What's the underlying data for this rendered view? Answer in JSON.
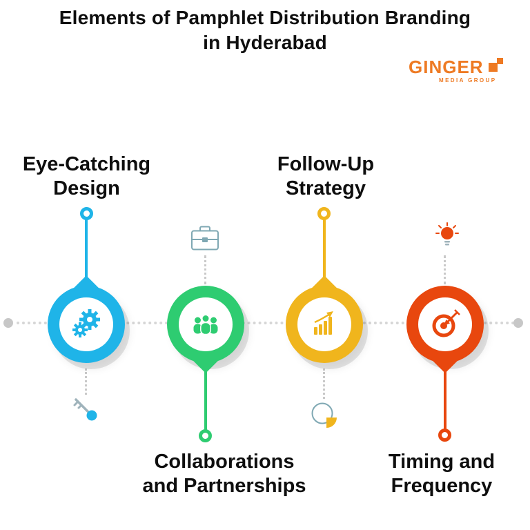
{
  "title": {
    "line1": "Elements of Pamphlet Distribution Branding",
    "line2": "in Hyderabad"
  },
  "logo": {
    "name": "GINGER",
    "tagline": "MEDIA GROUP",
    "color": "#ee7a23"
  },
  "timeline": {
    "style": "horizontal-dotted",
    "color": "#d6d6d6"
  },
  "nodes": [
    {
      "label": {
        "line1": "Eye-Catching",
        "line2": "Design"
      },
      "label_position": "above",
      "color": "#1fb4e8",
      "main_icon": "gears-icon",
      "accessory_icon": "key-icon"
    },
    {
      "label": {
        "line1": "Collaborations",
        "line2": "and Partnerships"
      },
      "label_position": "below",
      "color": "#2ecc71",
      "main_icon": "team-icon",
      "accessory_icon": "briefcase-icon"
    },
    {
      "label": {
        "line1": "Follow-Up",
        "line2": "Strategy"
      },
      "label_position": "above",
      "color": "#f0b51d",
      "main_icon": "bar-chart-icon",
      "accessory_icon": "pie-chart-icon"
    },
    {
      "label": {
        "line1": "Timing and",
        "line2": "Frequency"
      },
      "label_position": "below",
      "color": "#e8470e",
      "main_icon": "target-icon",
      "accessory_icon": "lightbulb-icon"
    }
  ]
}
